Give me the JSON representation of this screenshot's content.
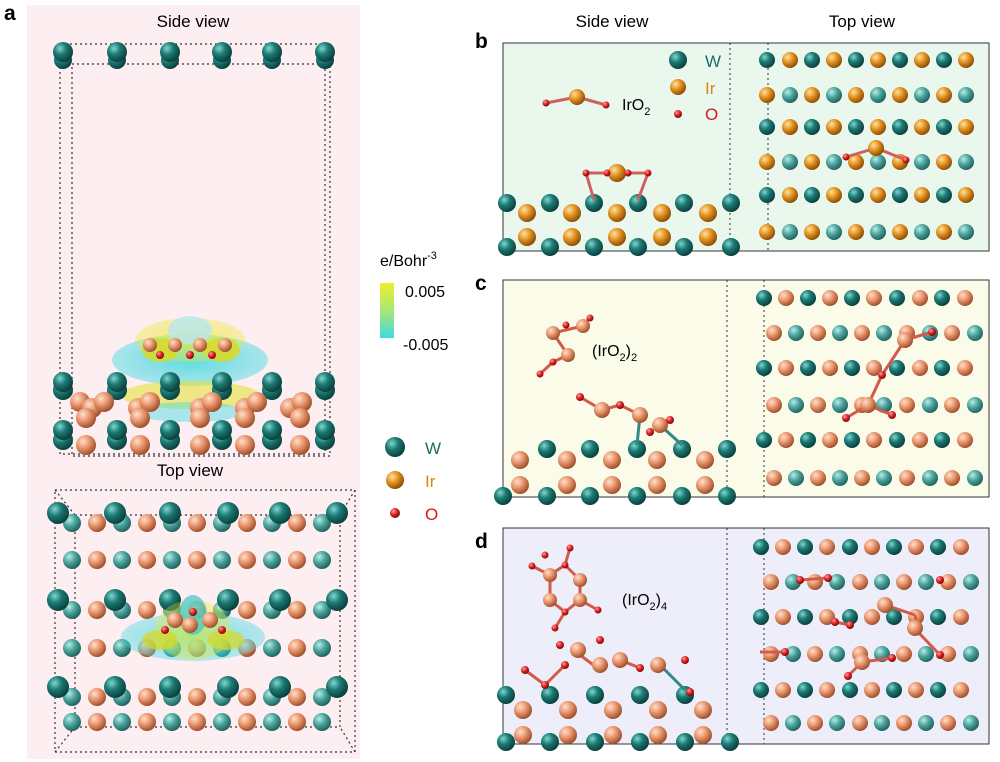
{
  "panels": {
    "a": {
      "letter": "a",
      "side_view_label": "Side view",
      "top_view_label": "Top view"
    },
    "b": {
      "letter": "b",
      "side_view_label": "Side view",
      "top_view_label": "Top view",
      "formula_main": "IrO",
      "formula_sub": "2",
      "formula_post": ""
    },
    "c": {
      "letter": "c",
      "formula_main": "(IrO",
      "formula_sub": "2",
      "formula_post": ")",
      "formula_post_sub": "2"
    },
    "d": {
      "letter": "d",
      "formula_main": "(IrO",
      "formula_sub": "2",
      "formula_post": ")",
      "formula_post_sub": "4"
    }
  },
  "colorbar": {
    "unit_main": "e/Bohr",
    "unit_sup": "-3",
    "max_label": "0.005",
    "min_label": "-0.005",
    "colors": {
      "high": "#e8e830",
      "low": "#45dbe0"
    }
  },
  "legend_a": [
    {
      "symbol": "W",
      "color": "#1a6e6a"
    },
    {
      "symbol": "Ir",
      "color": "#d9870f"
    },
    {
      "symbol": "O",
      "color": "#d21818"
    }
  ],
  "legend_b": [
    {
      "symbol": "W",
      "color": "#1a6e6a"
    },
    {
      "symbol": "Ir",
      "color": "#d9870f"
    },
    {
      "symbol": "O",
      "color": "#d21818"
    }
  ],
  "colors": {
    "W": "#1a6e6a",
    "W_light": "#3a9a94",
    "Ir": "#e0922a",
    "Ir_light": "#e89a72",
    "O": "#d82020",
    "bg_a": "#fdeef2",
    "bg_b": "#eaf7ec",
    "bg_c": "#fbfbea",
    "bg_d": "#eeeefa"
  }
}
